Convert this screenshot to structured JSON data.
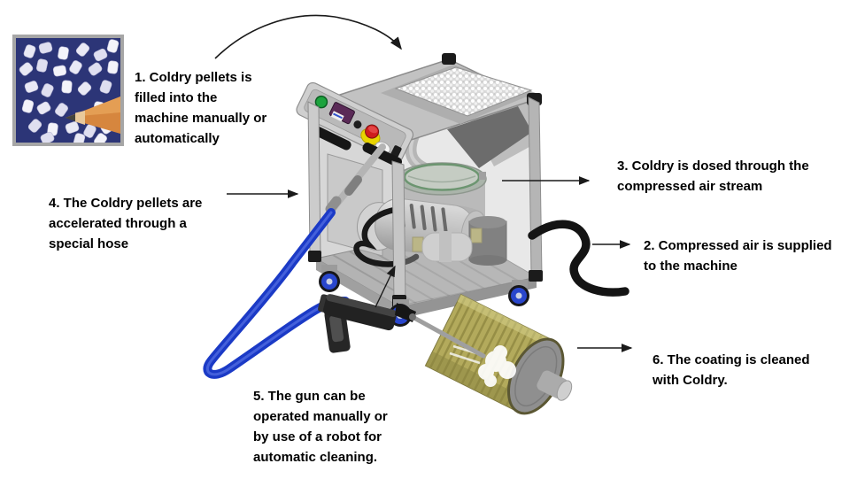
{
  "annotations": {
    "step1": {
      "text": "1. Coldry pellets is\nfilled into the\nmachine manually or\nautomatically"
    },
    "step2": {
      "text": "2. Compressed air is supplied\nto the machine"
    },
    "step3": {
      "text": "3. Coldry is dosed through the\ncompressed air stream"
    },
    "step4": {
      "text": "4. The Coldry pellets are\naccelerated through a\nspecial hose"
    },
    "step5": {
      "text": "5. The gun can be\noperated manually or\nby use of a robot for\nautomatic cleaning."
    },
    "step6": {
      "text": "6. The coating is cleaned\nwith Coldry."
    }
  },
  "colors": {
    "hose_blue": "#1b3ac6",
    "machine_gray": "#c2c2c2",
    "cylinder_khaki": "#b3aa5c",
    "arrow_black": "#1a1a1a",
    "photo_background_blue": "#2c3577",
    "estop_red": "#cf1d1d",
    "estop_ring_yellow": "#e8d400",
    "power_button_green": "#1da33e",
    "display_purple": "#5a2a57"
  }
}
